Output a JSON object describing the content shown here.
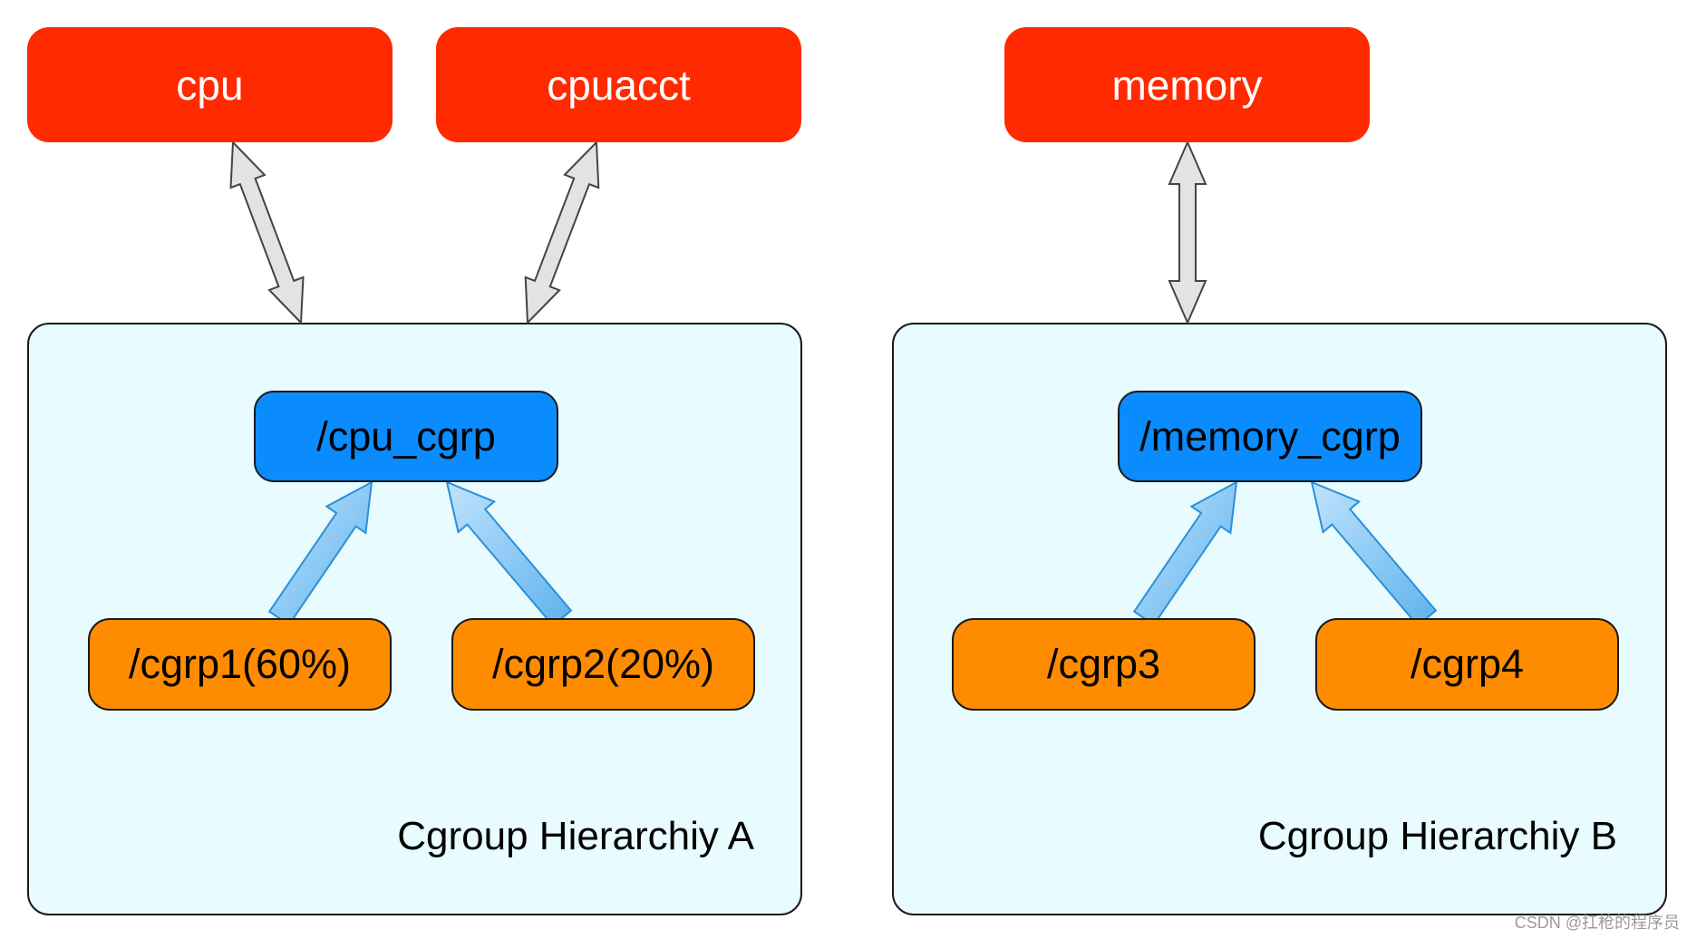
{
  "subsystems": {
    "cpu": "cpu",
    "cpuacct": "cpuacct",
    "memory": "memory"
  },
  "hierarchy_a": {
    "label": "Cgroup Hierarchiy A",
    "root": "/cpu_cgrp",
    "children": [
      "/cgrp1(60%)",
      "/cgrp2(20%)"
    ]
  },
  "hierarchy_b": {
    "label": "Cgroup Hierarchiy B",
    "root": "/memory_cgrp",
    "children": [
      "/cgrp3",
      "/cgrp4"
    ]
  },
  "watermark": "CSDN @扛枪的程序员",
  "colors": {
    "subsystem_fill": "#ff2a00",
    "hierarchy_fill": "#e8fbfe",
    "root_cgroup_fill": "#0a8cff",
    "child_cgroup_fill": "#ff8c00",
    "attach_arrow_fill": "#e3e3e3",
    "child_arrow_fill": "#8ccaf4"
  }
}
